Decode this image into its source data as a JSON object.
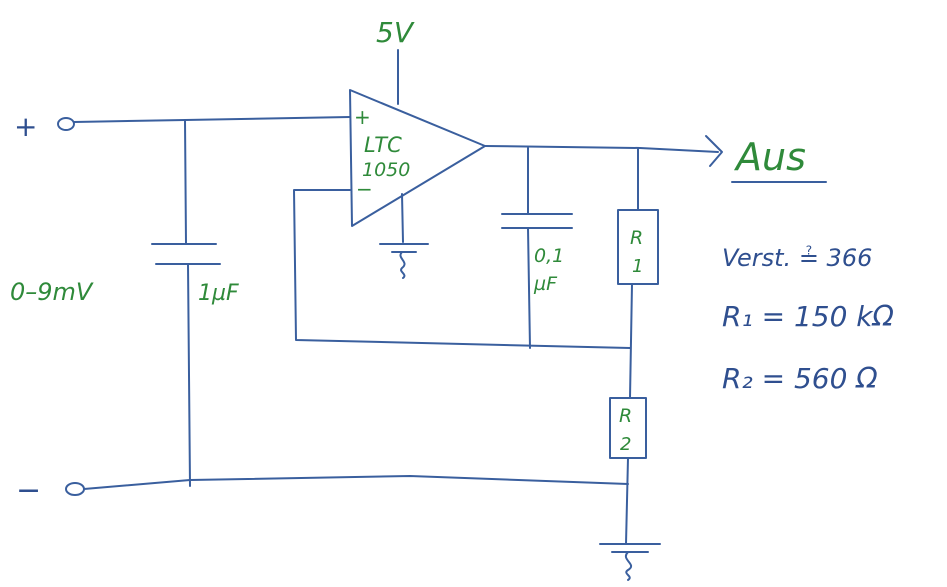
{
  "supply_label": "5V",
  "plus_terminal": "+",
  "minus_terminal": "−",
  "input_range": "0–9mV",
  "opamp": {
    "plus": "+",
    "minus": "−",
    "name_line1": "LTC",
    "name_line2": "1050"
  },
  "cap_input": "1µF",
  "cap_output_line1": "0,1",
  "cap_output_line2": "µF",
  "r1_line1": "R",
  "r1_line2": "1",
  "r2_line1": "R",
  "r2_line2": "2",
  "output_label": "Aus",
  "notes": {
    "gain": "Verst. ≟ 366",
    "r1": "R₁ = 150 kΩ",
    "r2": "R₂ = 560 Ω"
  },
  "colors": {
    "wire": "#3a5f9e",
    "label_green": "#2f8a3a",
    "label_blue": "#2f4f8f"
  }
}
